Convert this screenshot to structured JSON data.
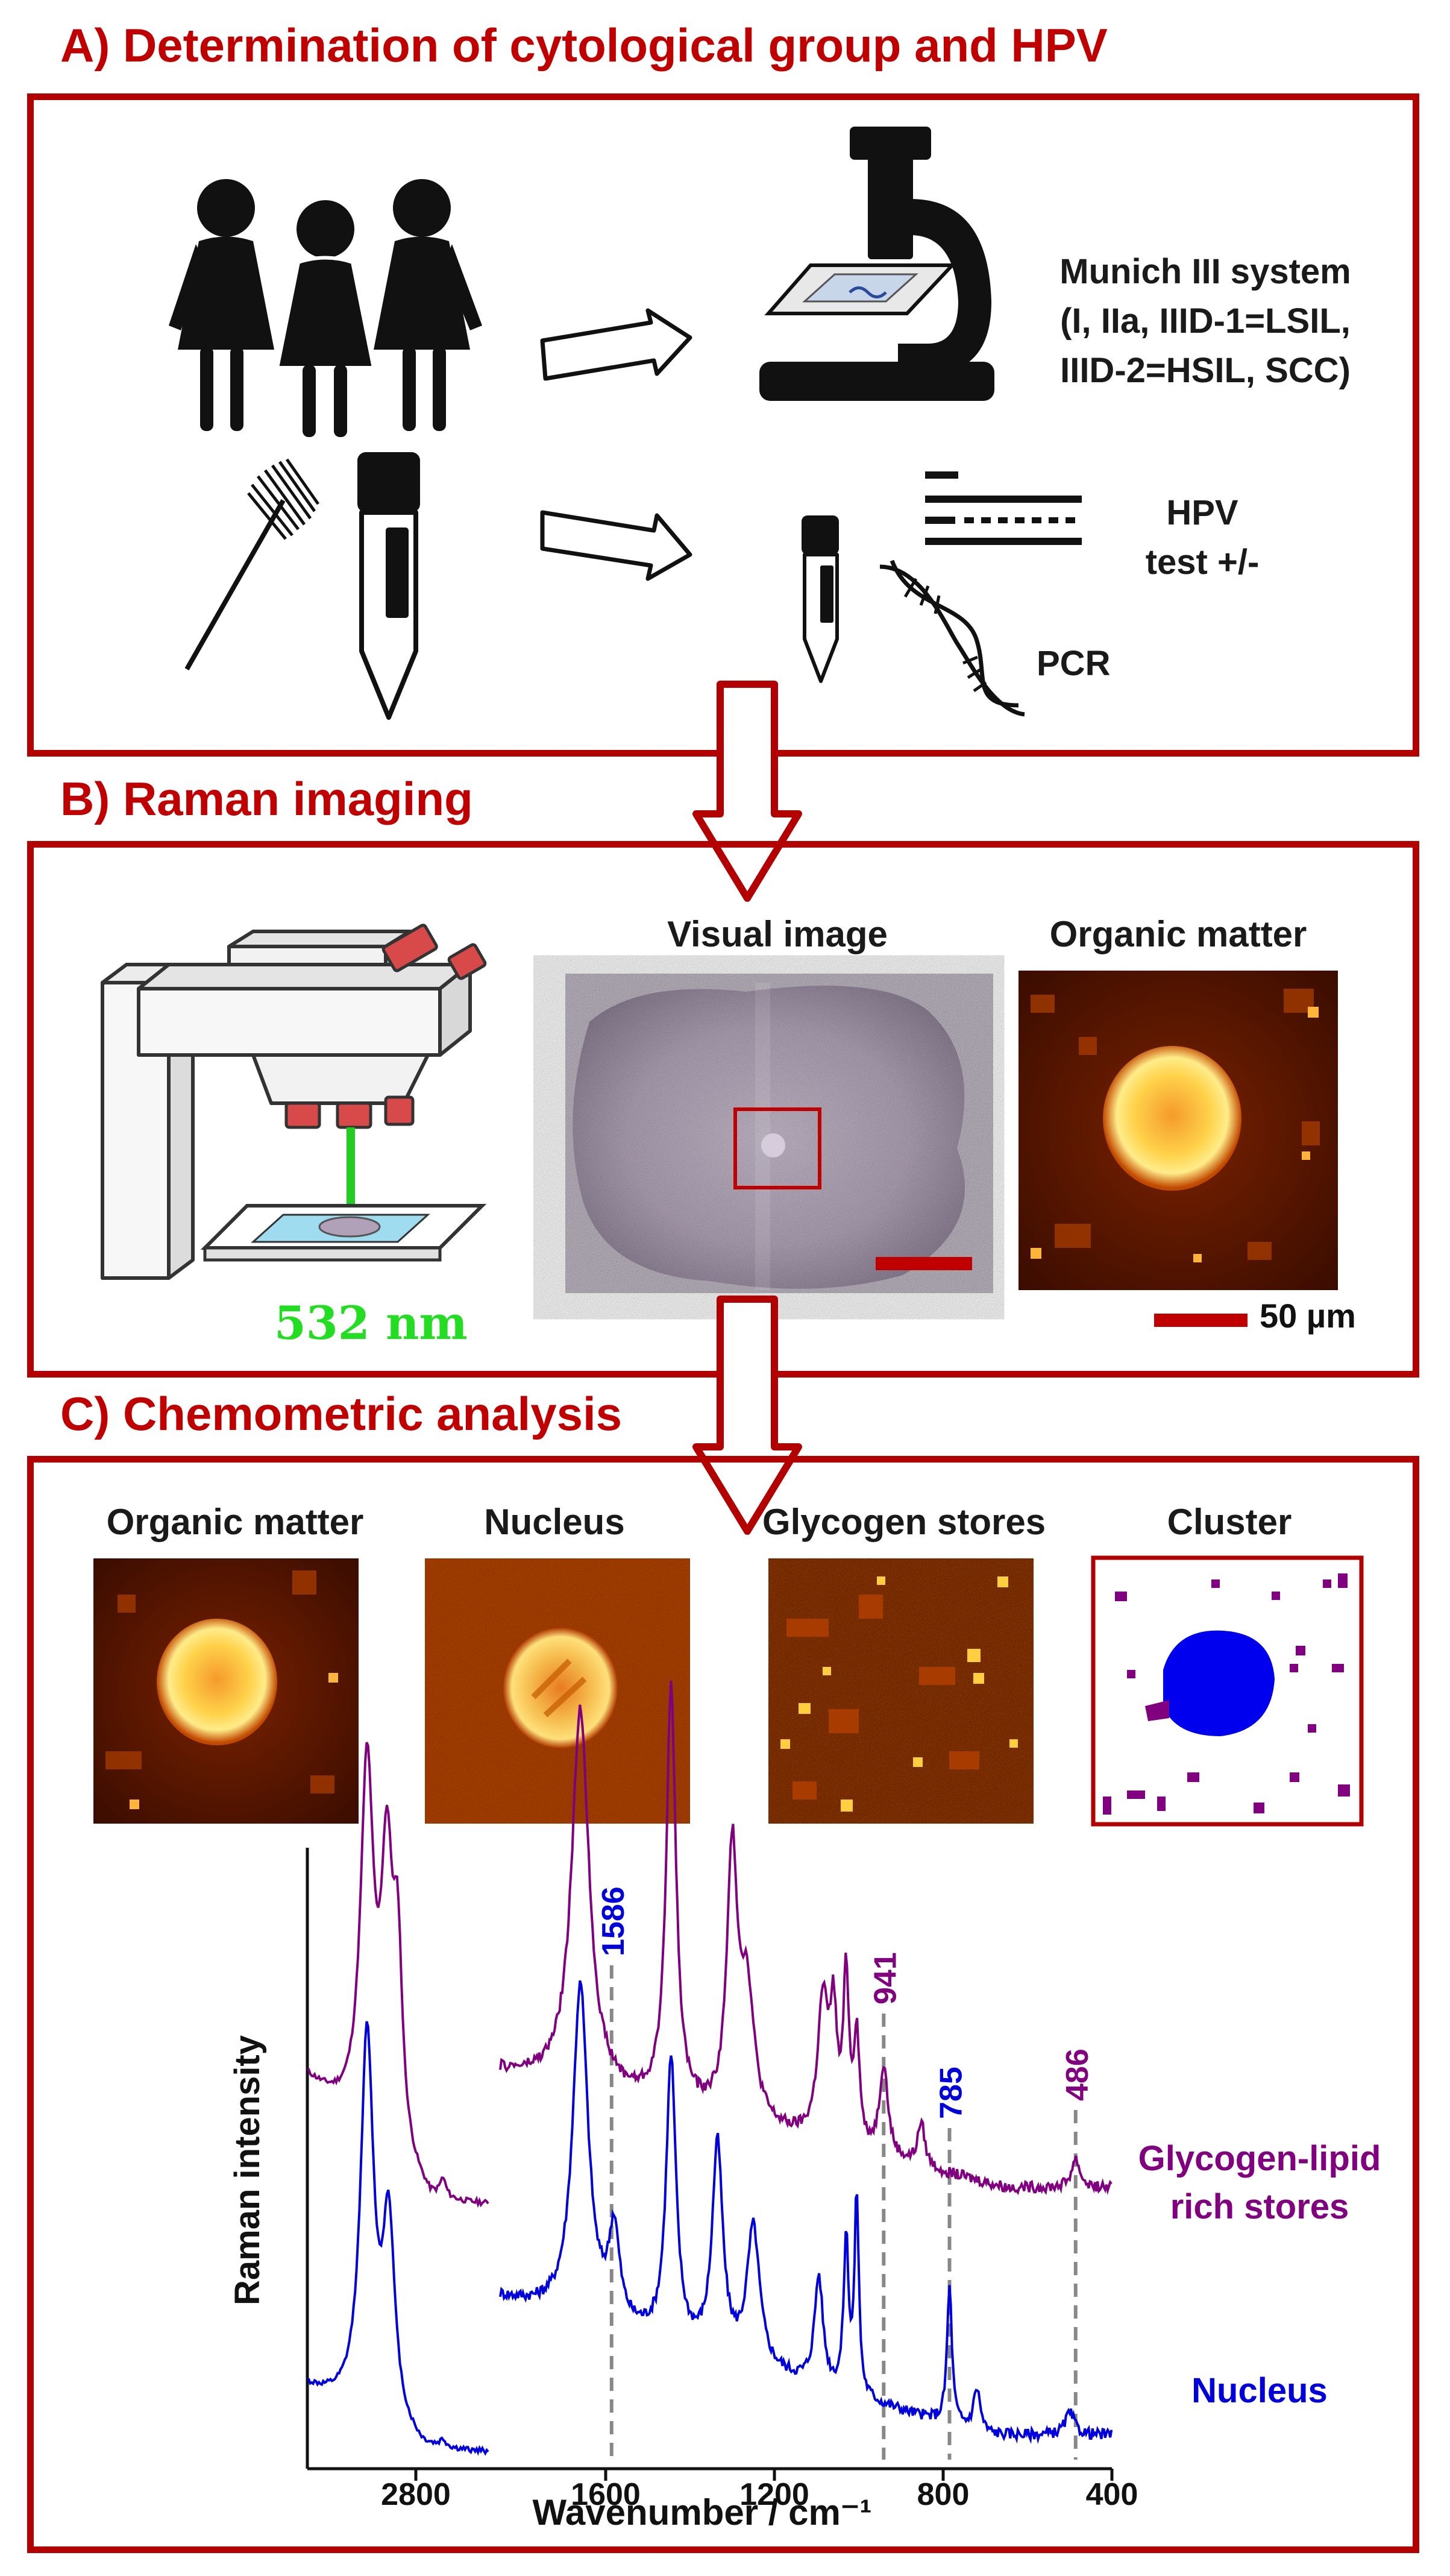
{
  "sections": {
    "a": {
      "title": "A) Determination of cytological group and HPV"
    },
    "b": {
      "title": "B)  Raman imaging"
    },
    "c": {
      "title": "C) Chemometric analysis"
    }
  },
  "panel_a": {
    "munich_lines": [
      "Munich III system",
      "(I, IIa, IIID-1=LSIL,",
      "IIID-2=HSIL, SCC)"
    ],
    "hpv_lines": [
      "HPV",
      "test +/-"
    ],
    "pcr": "PCR"
  },
  "panel_b": {
    "laser": "532 nm",
    "visual_image": "Visual image",
    "organic_matter": "Organic matter",
    "scale_bar": "50 µm"
  },
  "panel_c": {
    "maps": [
      "Organic matter",
      "Nucleus",
      "Glycogen stores",
      "Cluster"
    ]
  },
  "colors": {
    "red": "#b30000",
    "nucleus": "#0000dd",
    "glycogen": "#800080",
    "laser": "#22dd22"
  },
  "chart_data": {
    "type": "line",
    "xlabel": "Wavenumber / cm⁻¹",
    "ylabel": "Raman intensity",
    "x_ticks": [
      "2800",
      "1600",
      "1200",
      "800",
      "400"
    ],
    "x_ranges": [
      [
        3100,
        2600
      ],
      [
        1850,
        400
      ]
    ],
    "series": [
      {
        "name": "Glycogen-lipid rich stores",
        "label_lines": [
          "Glycogen-lipid",
          "rich stores"
        ],
        "color": "#800080"
      },
      {
        "name": "Nucleus",
        "label_lines": [
          "Nucleus"
        ],
        "color": "#0000dd"
      }
    ],
    "annotations": [
      {
        "x": 1586,
        "label": "1586",
        "color": "#0000dd"
      },
      {
        "x": 941,
        "label": "941",
        "color": "#800080"
      },
      {
        "x": 785,
        "label": "785",
        "color": "#0000dd"
      },
      {
        "x": 486,
        "label": "486",
        "color": "#800080"
      }
    ]
  }
}
